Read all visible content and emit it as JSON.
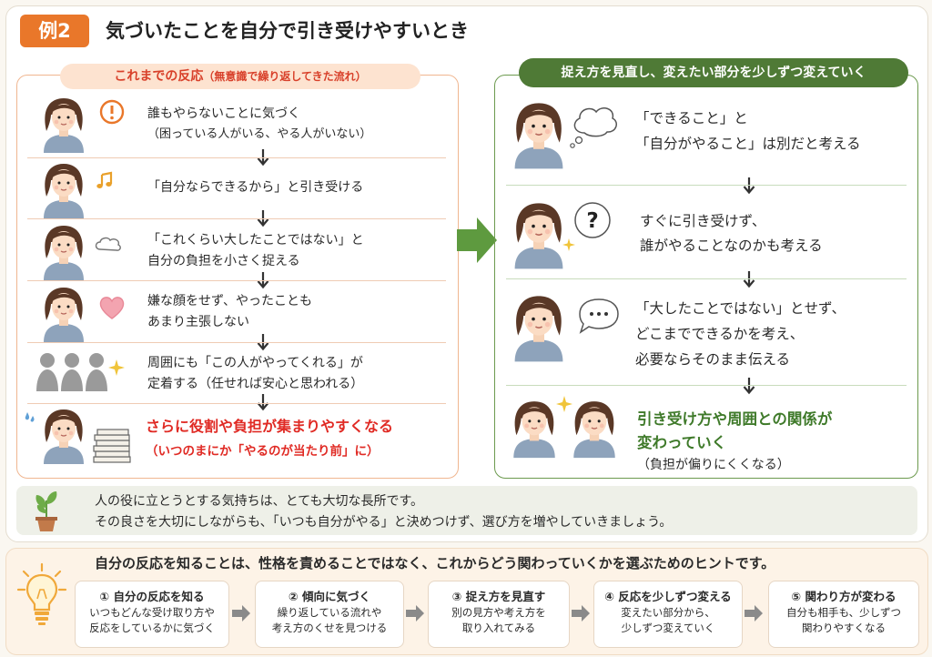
{
  "header": {
    "badge": "例2",
    "title": "気づいたことを自分で引き受けやすいとき"
  },
  "left_panel": {
    "title_main": "これまでの反応",
    "title_sub": "（無意識で繰り返してきた流れ）",
    "steps": [
      {
        "line1": "誰もやらないことに気づく",
        "line2": "（困っている人がいる、やる人がいない）"
      },
      {
        "line1": "「自分ならできるから」と引き受ける"
      },
      {
        "line1": "「これくらい大したことではない」と",
        "line2": "自分の負担を小さく捉える"
      },
      {
        "line1": "嫌な顔をせず、やったことも",
        "line2": "あまり主張しない"
      },
      {
        "line1": "周囲にも「この人がやってくれる」が",
        "line2": "定着する（任せれば安心と思われる）"
      },
      {
        "line1": "さらに役割や負担が集まりやすくなる",
        "line2": "（いつのまにか「やるのが当たり前」に）"
      }
    ]
  },
  "right_panel": {
    "title": "捉え方を見直し、変えたい部分を少しずつ変えていく",
    "steps": [
      {
        "line1": "「できること」と",
        "line2": "「自分がやること」は別だと考える"
      },
      {
        "line1": "すぐに引き受けず、",
        "line2": "誰がやることなのかも考える"
      },
      {
        "line1": "「大したことではない」とせず、",
        "line2": "どこまでできるかを考え、",
        "line3": "必要ならそのまま伝える"
      },
      {
        "line1": "引き受け方や周囲との関係が",
        "line2": "変わっていく",
        "line3": "（負担が偏りにくくなる）"
      }
    ]
  },
  "note": {
    "line1": "人の役に立とうとする気持ちは、とても大切な長所です。",
    "line2": "その良さを大切にしながらも、「いつも自分がやる」と決めつけず、選び方を増やしていきましょう。"
  },
  "hint": {
    "title": "自分の反応を知ることは、性格を責めることではなく、これからどう関わっていくかを選ぶためのヒントです。",
    "steps": [
      {
        "head": "① 自分の反応を知る",
        "line1": "いつもどんな受け取り方や",
        "line2": "反応をしているかに気づく"
      },
      {
        "head": "② 傾向に気づく",
        "line1": "繰り返している流れや",
        "line2": "考え方のくせを見つける"
      },
      {
        "head": "③ 捉え方を見直す",
        "line1": "別の見方や考え方を",
        "line2": "取り入れてみる"
      },
      {
        "head": "④ 反応を少しずつ変える",
        "line1": "変えたい部分から、",
        "line2": "少しずつ変えていく"
      },
      {
        "head": "⑤ 関わり方が変わる",
        "line1": "自分も相手も、少しずつ",
        "line2": "関わりやすくなる"
      }
    ]
  },
  "colors": {
    "accent_orange": "#e9772a",
    "alert_red": "#e02a24",
    "green": "#4f7a36"
  }
}
